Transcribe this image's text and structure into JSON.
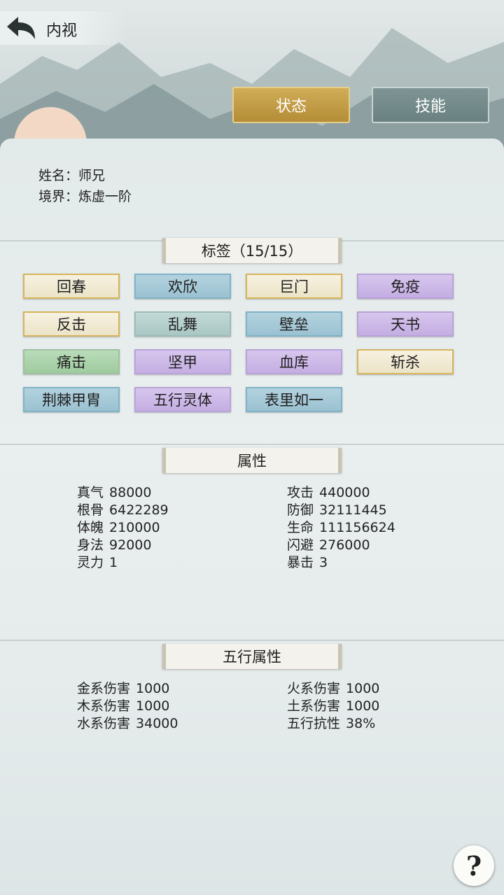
{
  "header": {
    "title": "内视"
  },
  "tabs": {
    "status": "状态",
    "skill": "技能"
  },
  "character": {
    "name_label": "姓名：",
    "name": "师兄",
    "realm_label": "境界：",
    "realm": "炼虚一阶"
  },
  "tags_section": {
    "title": "标签（15/15）",
    "tags": [
      {
        "label": "回春",
        "style": "gold"
      },
      {
        "label": "欢欣",
        "style": "blue"
      },
      {
        "label": "巨门",
        "style": "gold"
      },
      {
        "label": "免疫",
        "style": "purple"
      },
      {
        "label": "反击",
        "style": "gold"
      },
      {
        "label": "乱舞",
        "style": "teal"
      },
      {
        "label": "壁垒",
        "style": "blue"
      },
      {
        "label": "天书",
        "style": "purple"
      },
      {
        "label": "痛击",
        "style": "green"
      },
      {
        "label": "坚甲",
        "style": "purple"
      },
      {
        "label": "血库",
        "style": "purple"
      },
      {
        "label": "斩杀",
        "style": "gold"
      },
      {
        "label": "荆棘甲胄",
        "style": "blue"
      },
      {
        "label": "五行灵体",
        "style": "purple"
      },
      {
        "label": "表里如一",
        "style": "blue"
      }
    ]
  },
  "attributes": {
    "title": "属性",
    "left": [
      {
        "k": "真气",
        "v": "88000"
      },
      {
        "k": "根骨",
        "v": "6422289"
      },
      {
        "k": "体魄",
        "v": "210000"
      },
      {
        "k": "身法",
        "v": "92000"
      },
      {
        "k": "灵力",
        "v": "1"
      }
    ],
    "right": [
      {
        "k": "攻击",
        "v": "440000"
      },
      {
        "k": "防御",
        "v": "32111445"
      },
      {
        "k": "生命",
        "v": "111156624"
      },
      {
        "k": "闪避",
        "v": "276000"
      },
      {
        "k": "暴击",
        "v": "3"
      }
    ]
  },
  "elements": {
    "title": "五行属性",
    "left": [
      {
        "k": "金系伤害",
        "v": "1000"
      },
      {
        "k": "木系伤害",
        "v": "1000"
      },
      {
        "k": "水系伤害",
        "v": "34000"
      }
    ],
    "right": [
      {
        "k": "火系伤害",
        "v": "1000"
      },
      {
        "k": "土系伤害",
        "v": "1000"
      },
      {
        "k": "五行抗性",
        "v": "38%"
      }
    ]
  },
  "help": {
    "icon": "question-icon",
    "glyph": "?"
  },
  "colors": {
    "gold_tab": "#c9a44a",
    "grey_tab": "#778d8d"
  }
}
